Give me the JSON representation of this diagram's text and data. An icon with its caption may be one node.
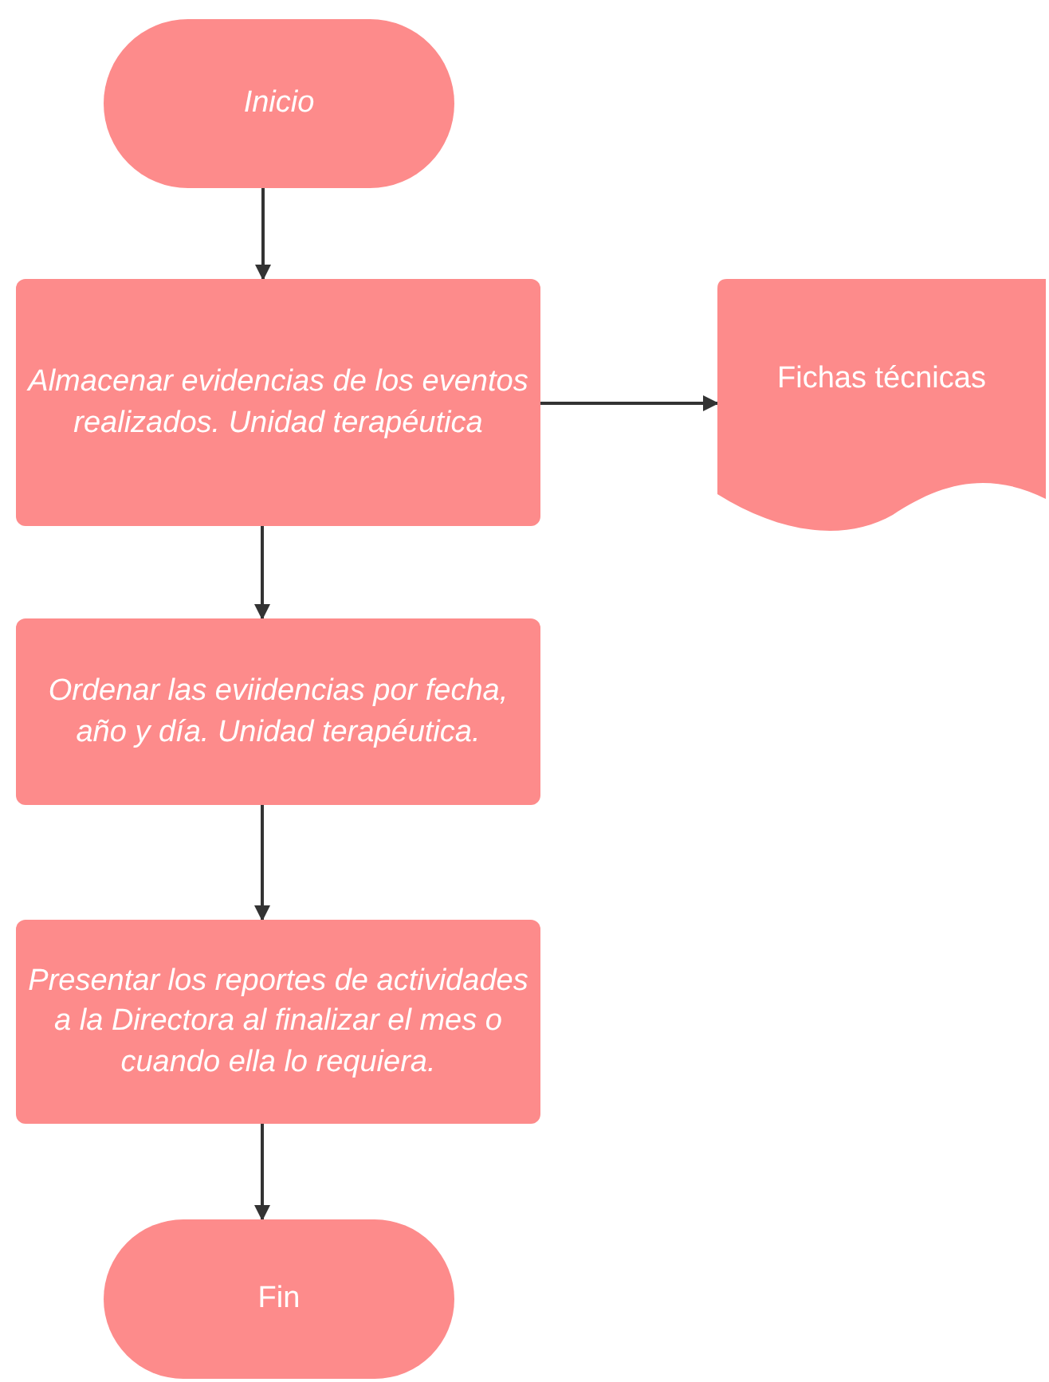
{
  "diagram": {
    "nodes": [
      {
        "text": [
          "Inicio"
        ]
      },
      {
        "text": [
          "Almacenar evidencias de los eventos realizados. Unidad terapéutica"
        ]
      },
      {
        "text": [
          "Fichas técnicas"
        ]
      },
      {
        "text": [
          "Ordenar las eviidencias por fecha, año y día. Unidad terapéutica."
        ]
      },
      {
        "text": [
          "Presentar los reportes de actividades a la Directora al finalizar el mes o cuando ella lo requiera."
        ]
      },
      {
        "text": [
          "Fin"
        ]
      }
    ],
    "edges": [
      {
        "from": 0,
        "to": 1,
        "arrow": "to"
      },
      {
        "from": 1,
        "to": 2,
        "arrow": "to"
      },
      {
        "from": 1,
        "to": 3,
        "arrow": "to"
      },
      {
        "from": 3,
        "to": 4,
        "arrow": "to"
      },
      {
        "from": 4,
        "to": 5,
        "arrow": "to"
      }
    ]
  }
}
